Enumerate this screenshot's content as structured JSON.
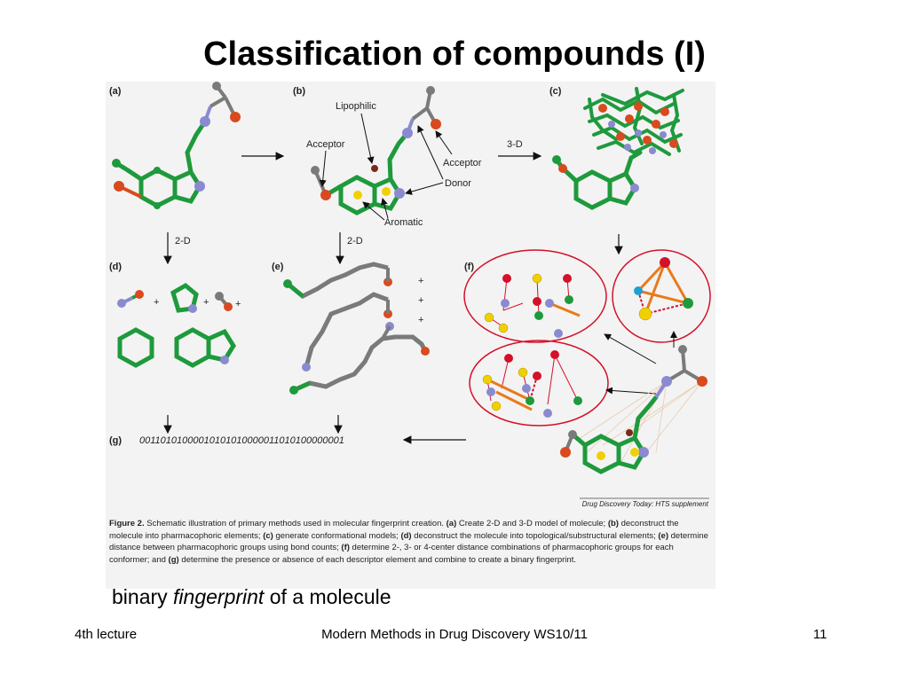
{
  "slide": {
    "title": "Classification of compounds (I)",
    "subtitle_pre": "binary ",
    "subtitle_em": "fingerprint",
    "subtitle_post": " of a molecule"
  },
  "footer": {
    "left": "4th lecture",
    "center": "Modern Methods in Drug Discovery WS10/11",
    "right": "11"
  },
  "figure": {
    "panel_labels": {
      "a": "(a)",
      "b": "(b)",
      "c": "(c)",
      "d": "(d)",
      "e": "(e)",
      "f": "(f)",
      "g": "(g)"
    },
    "annotations": {
      "lipophilic": "Lipophilic",
      "acceptor_left": "Acceptor",
      "acceptor_right": "Acceptor",
      "donor": "Donor",
      "aromatic": "Aromatic",
      "three_d": "3-D",
      "two_d_left": "2-D",
      "two_d_right": "2-D",
      "plus": "+"
    },
    "bitstring": "00110101000010101010000011010100000001",
    "source": "Drug Discovery Today: HTS supplement",
    "caption": {
      "fig_label": "Figure 2.",
      "text_1": " Schematic illustration of primary methods used in molecular fingerprint creation. ",
      "a": "(a)",
      "text_a": " Create 2-D and 3-D model of molecule; ",
      "b": "(b)",
      "text_b": " deconstruct the molecule into pharmacophoric elements; ",
      "c": "(c)",
      "text_c": " generate conformational models; ",
      "d": "(d)",
      "text_d": " deconstruct the molecule into topological/substructural elements; ",
      "e": "(e)",
      "text_e": " determine distance between pharmacophoric groups using bond counts; ",
      "f": "(f)",
      "text_f": " determine 2-, 3- or 4-center distance combinations of pharmacophoric groups for each conformer; and ",
      "g": "(g)",
      "text_g": " determine the presence or absence of each descriptor element and combine to create a binary fingerprint."
    },
    "colors": {
      "carbon": "#1e9a3c",
      "nitrogen": "#8a8ad0",
      "oxygen": "#d94a1e",
      "grey": "#7a7a7a",
      "yellow": "#f0d000",
      "red": "#d4102a",
      "ellipse": "#d4102a"
    }
  }
}
